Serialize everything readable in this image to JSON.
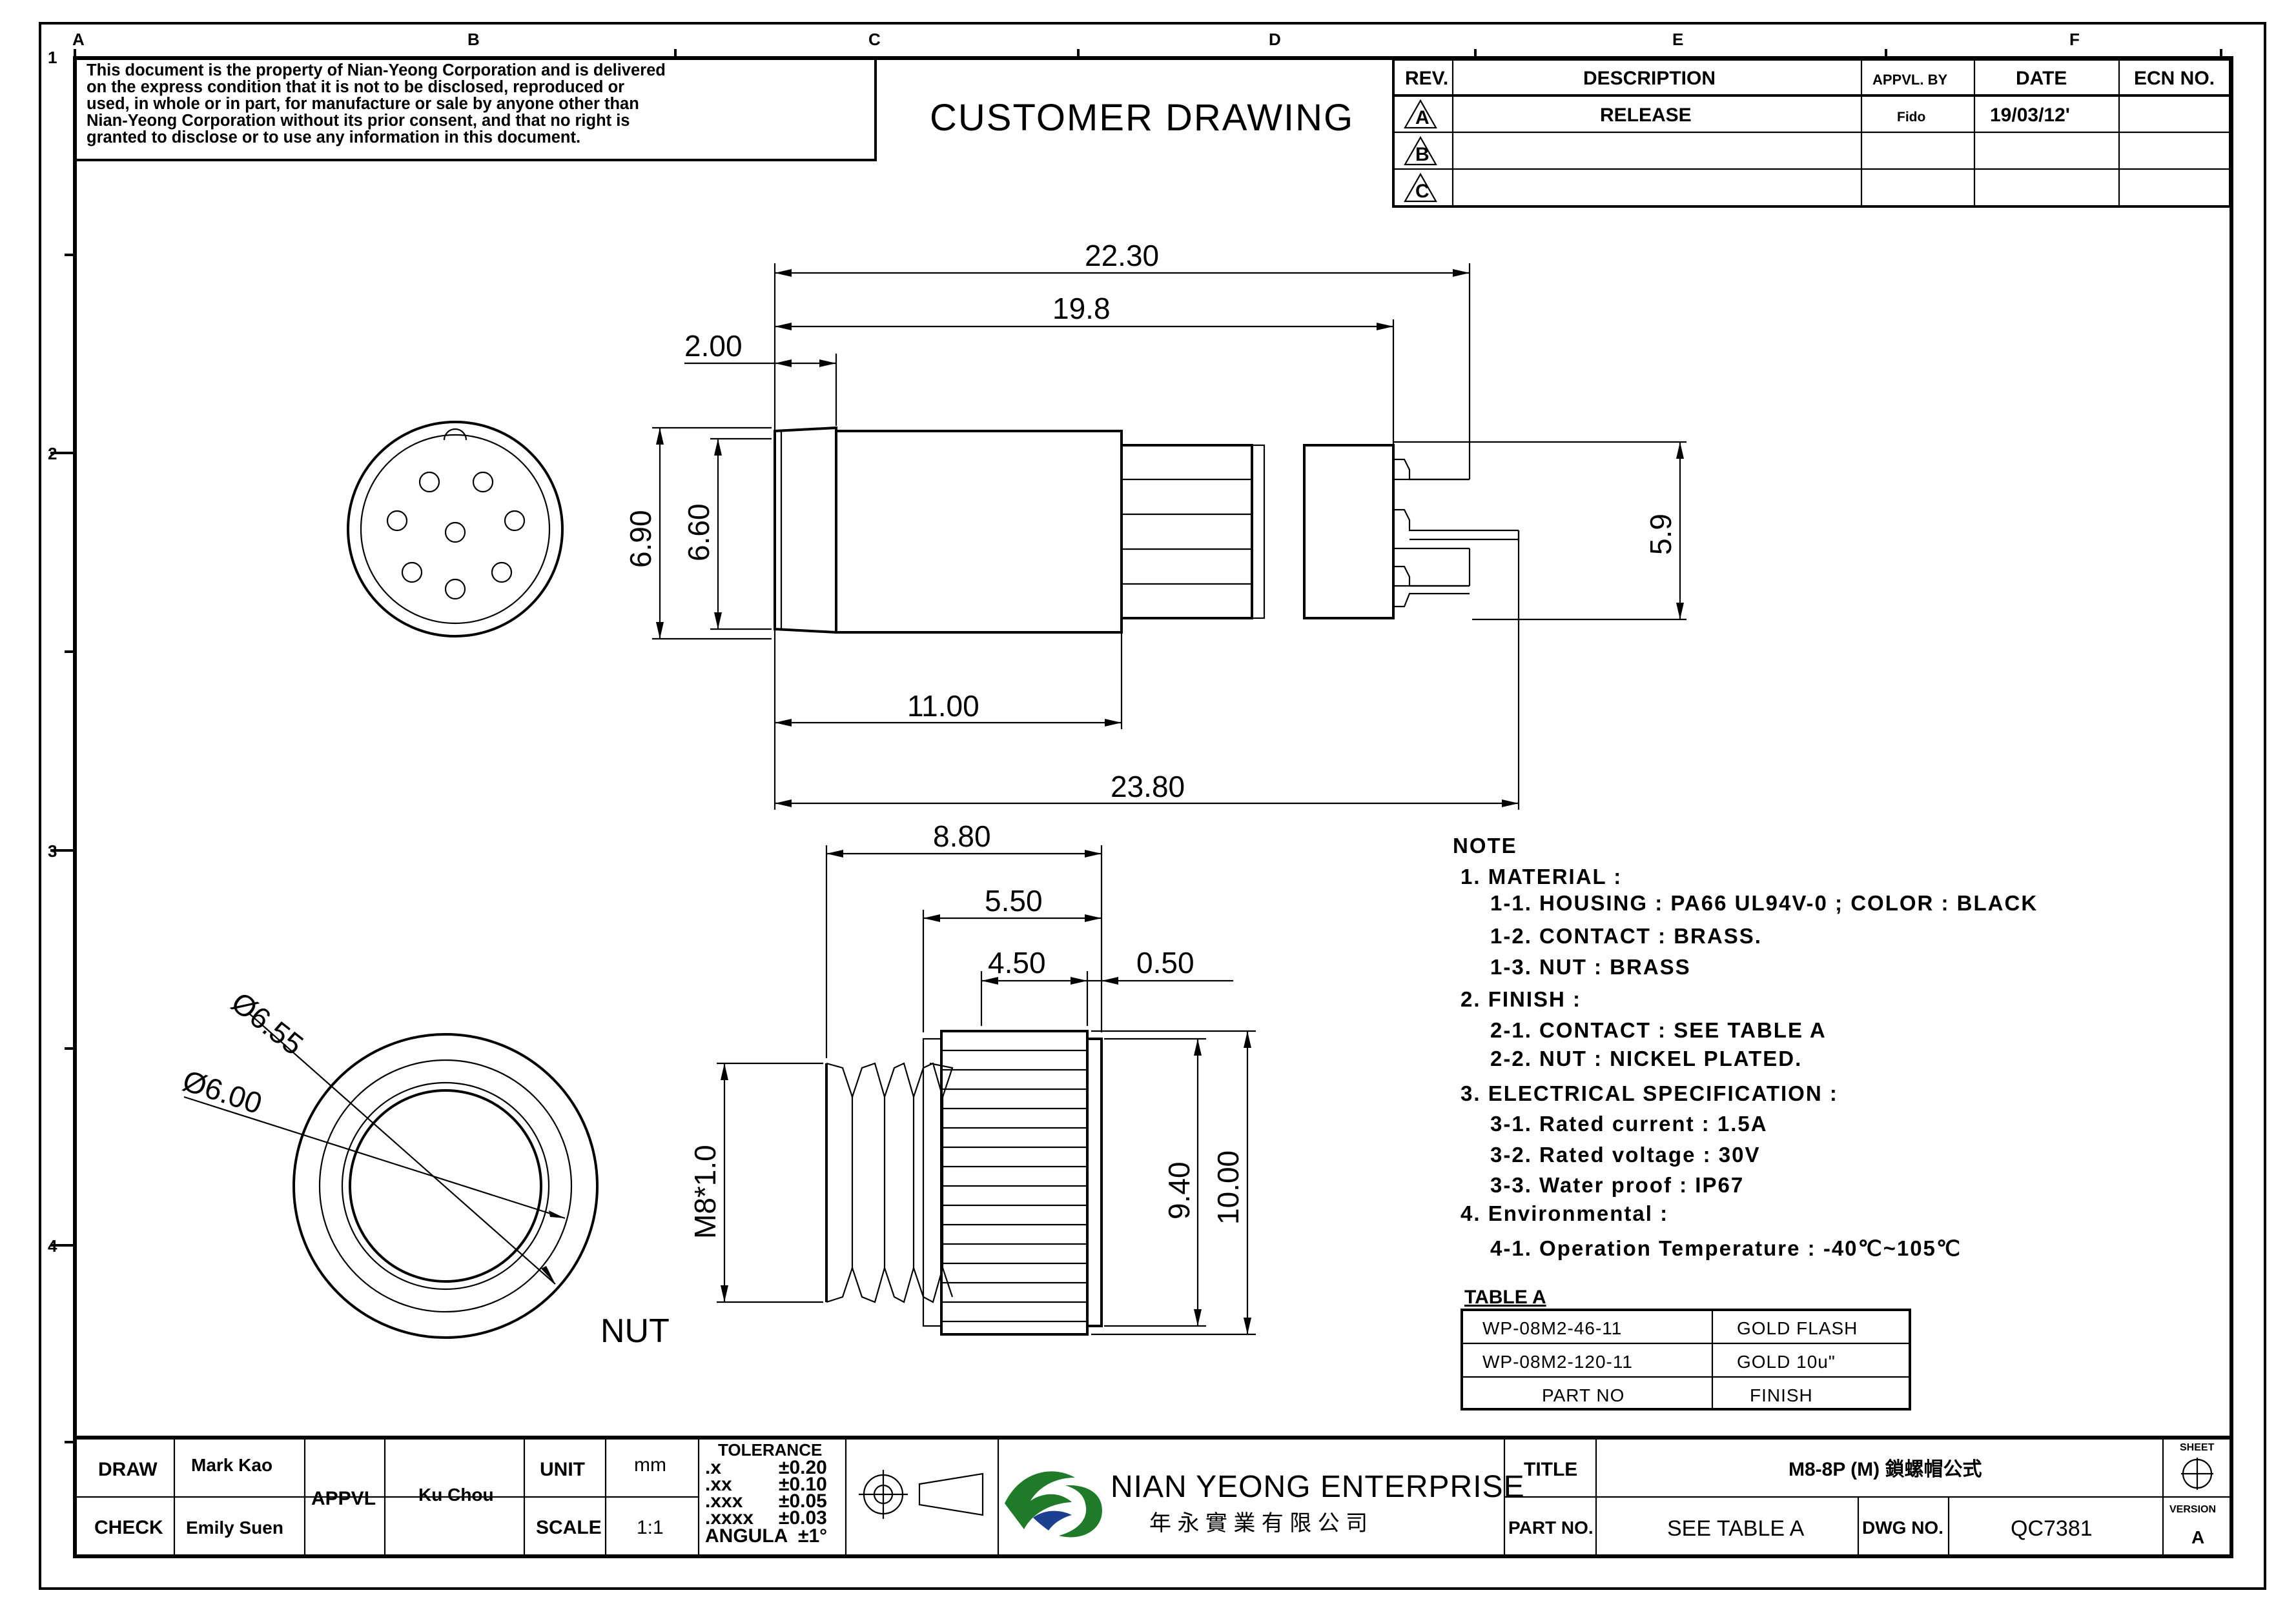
{
  "disclaimer": [
    "This document is the property of Nian-Yeong Corporation and is delivered",
    "on  the  express condition that it is not to be disclosed, reproduced or",
    "used, in whole or in part, for manufacture or sale by anyone other than",
    "Nian-Yeong Corporation without  its prior consent, and that  no right  is",
    "granted to disclose or to use any information in this  document."
  ],
  "heading": "CUSTOMER  DRAWING",
  "grid": {
    "columns": [
      "A",
      "B",
      "C",
      "D",
      "E",
      "F"
    ],
    "rows": [
      "1",
      "2",
      "3",
      "4"
    ]
  },
  "revision_table": {
    "headers": {
      "rev": "REV.",
      "description": "DESCRIPTION",
      "approved": "APPVL. BY",
      "date": "DATE",
      "ecn": "ECN NO."
    },
    "rows": [
      {
        "rev": "A",
        "description": "RELEASE",
        "approved": "Fido",
        "date": "19/03/12'",
        "ecn": ""
      },
      {
        "rev": "B",
        "description": "",
        "approved": "",
        "date": "",
        "ecn": ""
      },
      {
        "rev": "C",
        "description": "",
        "approved": "",
        "date": "",
        "ecn": ""
      }
    ]
  },
  "dimensions": {
    "overall_top": "22.30",
    "body_length": "19.8",
    "flange": "2.00",
    "dia_outer": "6.90",
    "dia_inner": "6.60",
    "pin_span": "5.9",
    "head_length": "11.00",
    "overall_bottom": "23.80",
    "nut_total": "8.80",
    "nut_body": "5.50",
    "nut_knurl": "4.50",
    "nut_lip": "0.50",
    "thread": "M8*1.0",
    "nut_inner": "9.40",
    "nut_outer": "10.00",
    "nut_dia1": "Ø6.55",
    "nut_dia2": "Ø6.00"
  },
  "nut_label": "NUT",
  "notes": {
    "title": "NOTE",
    "lines": [
      "1. MATERIAL :",
      "1-1. HOUSING : PA66  UL94V-0 ; COLOR : BLACK",
      "1-2. CONTACT : BRASS.",
      "1-3. NUT : BRASS",
      "2. FINISH :",
      "2-1. CONTACT : SEE TABLE A",
      "2-2. NUT : NICKEL PLATED.",
      "3. ELECTRICAL SPECIFICATION :",
      "3-1. Rated current : 1.5A",
      "3-2. Rated voltage : 30V",
      "3-3. Water proof : IP67",
      "4. Environmental :",
      "4-1. Operation Temperature : -40℃~105℃"
    ]
  },
  "table_a": {
    "title": "TABLE A",
    "rows": [
      {
        "part": "WP-08M2-46-11",
        "finish": "GOLD  FLASH"
      },
      {
        "part": "WP-08M2-120-11",
        "finish": "GOLD  10u\""
      }
    ],
    "footer": {
      "part": "PART  NO",
      "finish": "FINISH"
    }
  },
  "title_block": {
    "draw_label": "DRAW",
    "draw_name": "Mark Kao",
    "check_label": "CHECK",
    "check_name": "Emily Suen",
    "appvl_label": "APPVL",
    "appvl_name": "Ku Chou",
    "unit_label": "UNIT",
    "unit_value": "mm",
    "scale_label": "SCALE",
    "scale_value": "1:1",
    "tolerance_title": "TOLERANCE",
    "tolerances": [
      {
        "k": ".x",
        "v": "±0.20"
      },
      {
        "k": ".xx",
        "v": "±0.10"
      },
      {
        "k": ".xxx",
        "v": "±0.05"
      },
      {
        "k": ".xxxx",
        "v": "±0.03"
      },
      {
        "k": "ANGULA",
        "v": "±1°"
      }
    ],
    "company_en": "NIAN YEONG ENTERPRISE",
    "company_zh": "年 永 實 業 有 限 公 司",
    "title_label": "TITLE",
    "title_value": "M8-8P (M) 鎖螺帽公式",
    "part_label": "PART NO.",
    "part_value": "SEE TABLE A",
    "dwg_label": "DWG NO.",
    "dwg_value": "QC7381",
    "sheet_label": "SHEET",
    "version_label": "VERSION",
    "version_value": "A"
  },
  "colors": {
    "logo_green": "#1f7a2a",
    "logo_blue": "#1c3f8f"
  }
}
